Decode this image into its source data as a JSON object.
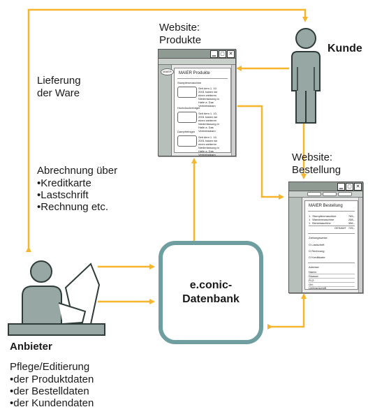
{
  "labels": {
    "kunde": "Kunde",
    "anbieter": "Anbieter",
    "database_line1": "e.conic-",
    "database_line2": "Datenbank",
    "website_produkte_line1": "Website:",
    "website_produkte_line2": "Produkte",
    "website_bestellung_line1": "Website:",
    "website_bestellung_line2": "Bestellung",
    "lieferung_line1": "Lieferung",
    "lieferung_line2": "der Ware",
    "abrechnung_title": "Abrechnung über",
    "pflege_title": "Pflege/Editierung"
  },
  "abrechnung_items": [
    "Kreditkarte",
    "Lastschrift",
    "Rechnung etc."
  ],
  "pflege_items": [
    "der Produktdaten",
    "der Bestelldaten",
    "der Kundendaten"
  ],
  "window_buttons": [
    "▁",
    "▢",
    "✕"
  ],
  "produkte_window": {
    "logo": "MAIER",
    "heading": "MAIER Produkte",
    "products": [
      {
        "name": "Stumpfenmaschine",
        "desc": [
          "Seit dem 1. 10.",
          "2001 haben wir",
          "einen weiteren",
          "Niederlassung in",
          "Halle a. Das",
          "Vertriebsteam"
        ]
      },
      {
        "name": "Hochdruckreiniger",
        "desc": [
          "Seit dem 1. 10.",
          "2001 haben wir",
          "einen weiteren",
          "Niederlassung in",
          "Halle a. Das",
          "Vertriebsteam"
        ]
      },
      {
        "name": "Dampfreiniger",
        "desc": [
          "Seit dem 1. 10.",
          "2001 haben wir",
          "einen weiteren",
          "Niederlassung in",
          "Halle a. Das",
          "Vertriebsteam"
        ]
      }
    ]
  },
  "bestellung_window": {
    "heading": "MAIER Bestellung",
    "order_lines": [
      {
        "qty": "1",
        "item": "Stumpfenmaschine",
        "price": "765,-"
      },
      {
        "qty": "1",
        "item": "Wandermaschine",
        "price": "258,-"
      },
      {
        "qty": "1",
        "item": "Bürstmaschine",
        "price": "356,-"
      }
    ],
    "total_label": "GESAMT",
    "total_value": "725,-",
    "payment_title": "Zahlungsweise",
    "payment_options": [
      "O Lastschrift",
      "O Rechnung",
      "O Kreditkarte"
    ],
    "address_title": "Adresse",
    "address_fields": [
      "Name:",
      "Strasse:",
      "PLZ:",
      "Ort:"
    ],
    "delivery_label": "Lieferanschrift"
  },
  "colors": {
    "arrow": "#f5b52c",
    "person": "#96a7a4",
    "person_outline": "#2e3b38",
    "database_border": "#6f9ea0",
    "window_title_bar": "#8e9a92"
  },
  "icons": {
    "customer": "person-icon",
    "provider": "person-at-computer-icon",
    "window_controls": [
      "minimize-icon",
      "maximize-icon",
      "close-icon"
    ]
  }
}
